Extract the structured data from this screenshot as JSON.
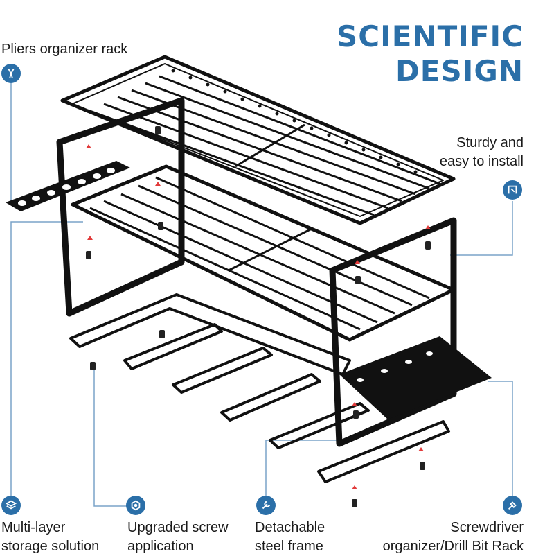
{
  "headline": {
    "line1": "SCIENTIFIC",
    "line2": "DESIGN",
    "color": "#2b6fa8"
  },
  "accent_color": "#2b6fa8",
  "features": [
    {
      "id": "pliers",
      "lines": [
        "Pliers organizer rack"
      ],
      "icon": "pliers-icon"
    },
    {
      "id": "install",
      "lines": [
        "Sturdy and",
        "easy to install"
      ],
      "icon": "wall-mount-icon"
    },
    {
      "id": "multilayer",
      "lines": [
        "Multi-layer",
        "storage solution"
      ],
      "icon": "layers-icon"
    },
    {
      "id": "screw",
      "lines": [
        "Upgraded screw",
        "application"
      ],
      "icon": "screw-icon"
    },
    {
      "id": "detachable",
      "lines": [
        "Detachable",
        "steel frame"
      ],
      "icon": "wrench-icon"
    },
    {
      "id": "screwdriver",
      "lines": [
        "Screwdriver",
        "organizer/Drill Bit Rack"
      ],
      "icon": "screwdriver-icon"
    }
  ]
}
